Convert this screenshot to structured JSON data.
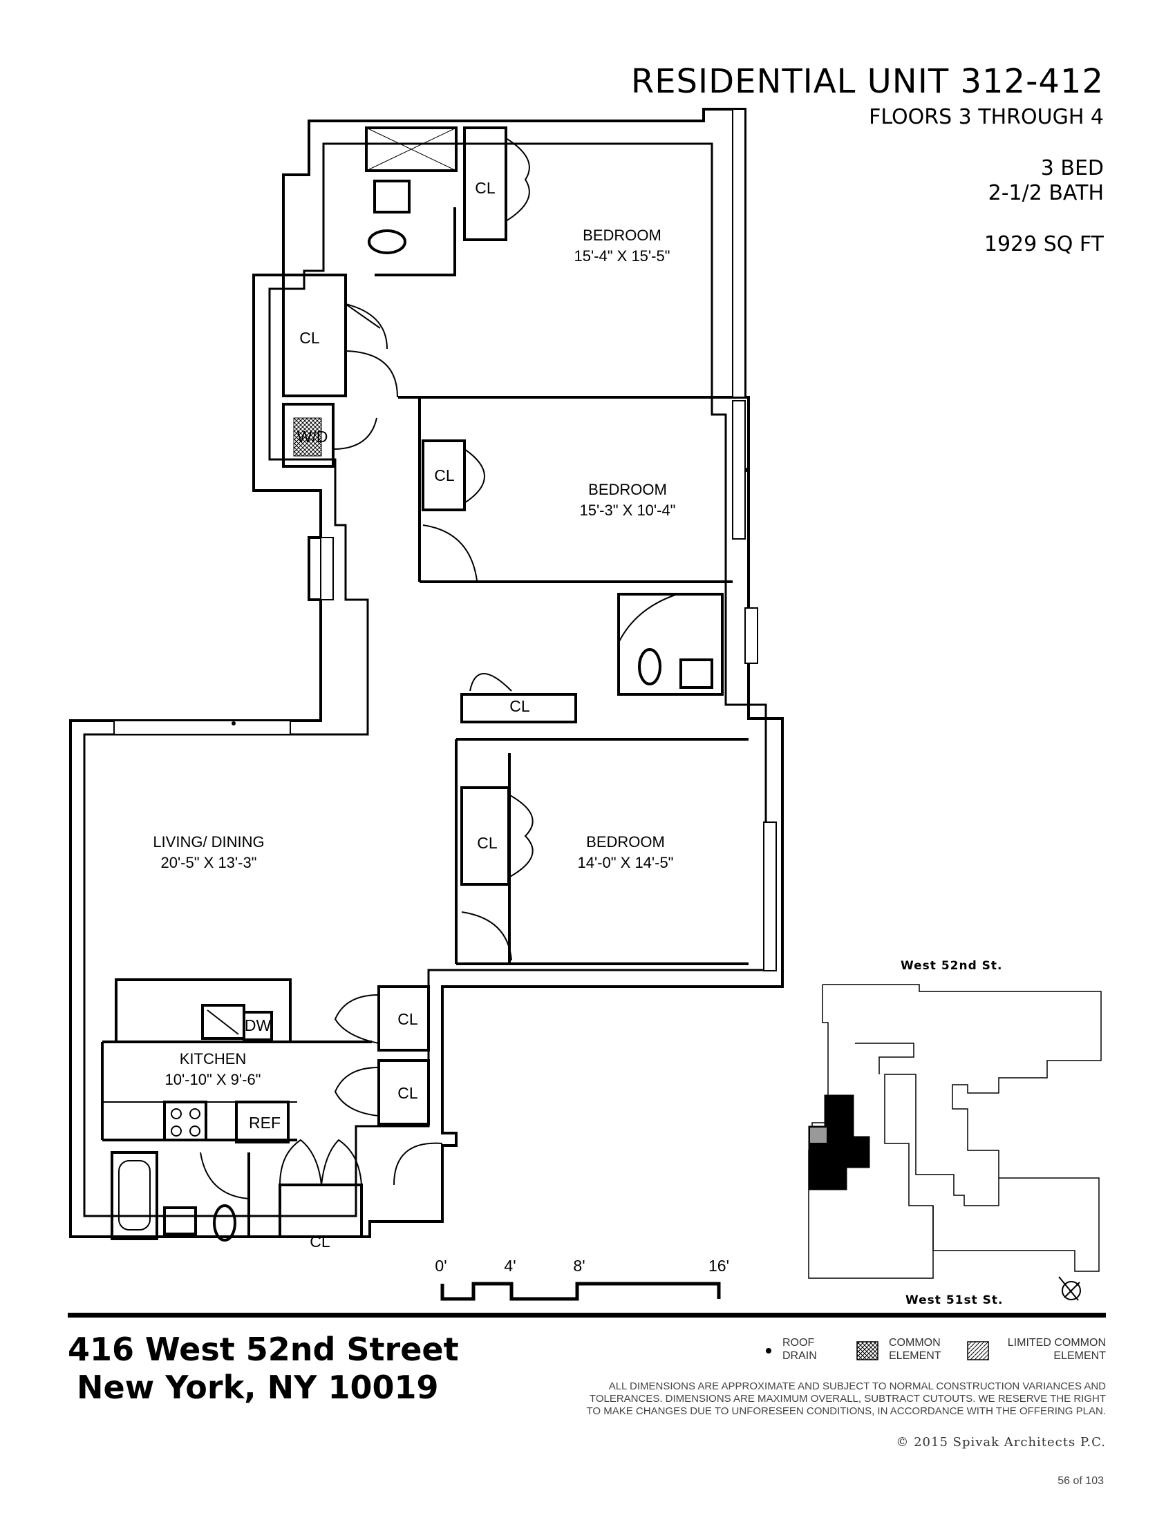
{
  "header": {
    "unit_title": "RESIDENTIAL UNIT 312-412",
    "floors": "FLOORS 3 THROUGH 4",
    "beds": "3 BED",
    "baths": "2-1/2 BATH",
    "area": "1929 SQ FT"
  },
  "rooms": {
    "bedroom1": {
      "name": "BEDROOM",
      "size": "15'-4\" X 15'-5\""
    },
    "bedroom2": {
      "name": "BEDROOM",
      "size": "15'-3\" X 10'-4\""
    },
    "bedroom3": {
      "name": "BEDROOM",
      "size": "14'-0\" X 14'-5\""
    },
    "living": {
      "name": "LIVING/ DINING",
      "size": "20'-5\" X 13'-3\""
    },
    "kitchen": {
      "name": "KITCHEN",
      "size": "10'-10\" X 9'-6\""
    }
  },
  "fixtures": {
    "closet": "CL",
    "washer_dryer": "W/D",
    "dishwasher": "DW",
    "refrigerator": "REF"
  },
  "scale_bar": {
    "labels": [
      "0'",
      "4'",
      "8'",
      "16'"
    ]
  },
  "key_plan": {
    "north_street": "West 52nd St.",
    "south_street": "West 51st St."
  },
  "address": {
    "line1": "416 West 52nd Street",
    "line2": "New York, NY 10019"
  },
  "legend": {
    "roof_drain": [
      "ROOF",
      "DRAIN"
    ],
    "common_element": [
      "COMMON",
      "ELEMENT"
    ],
    "limited_common_element": [
      "LIMITED COMMON",
      "ELEMENT"
    ]
  },
  "disclaimer": [
    "ALL DIMENSIONS ARE APPROXIMATE AND SUBJECT TO NORMAL CONSTRUCTION VARIANCES AND",
    "TOLERANCES. DIMENSIONS ARE MAXIMUM OVERALL, SUBTRACT CUTOUTS. WE RESERVE THE RIGHT",
    "TO MAKE CHANGES DUE TO UNFORESEEN CONDITIONS, IN ACCORDANCE WITH THE OFFERING PLAN."
  ],
  "copyright": "©  2015 Spivak Architects P.C.",
  "page_number": "56  of 103"
}
